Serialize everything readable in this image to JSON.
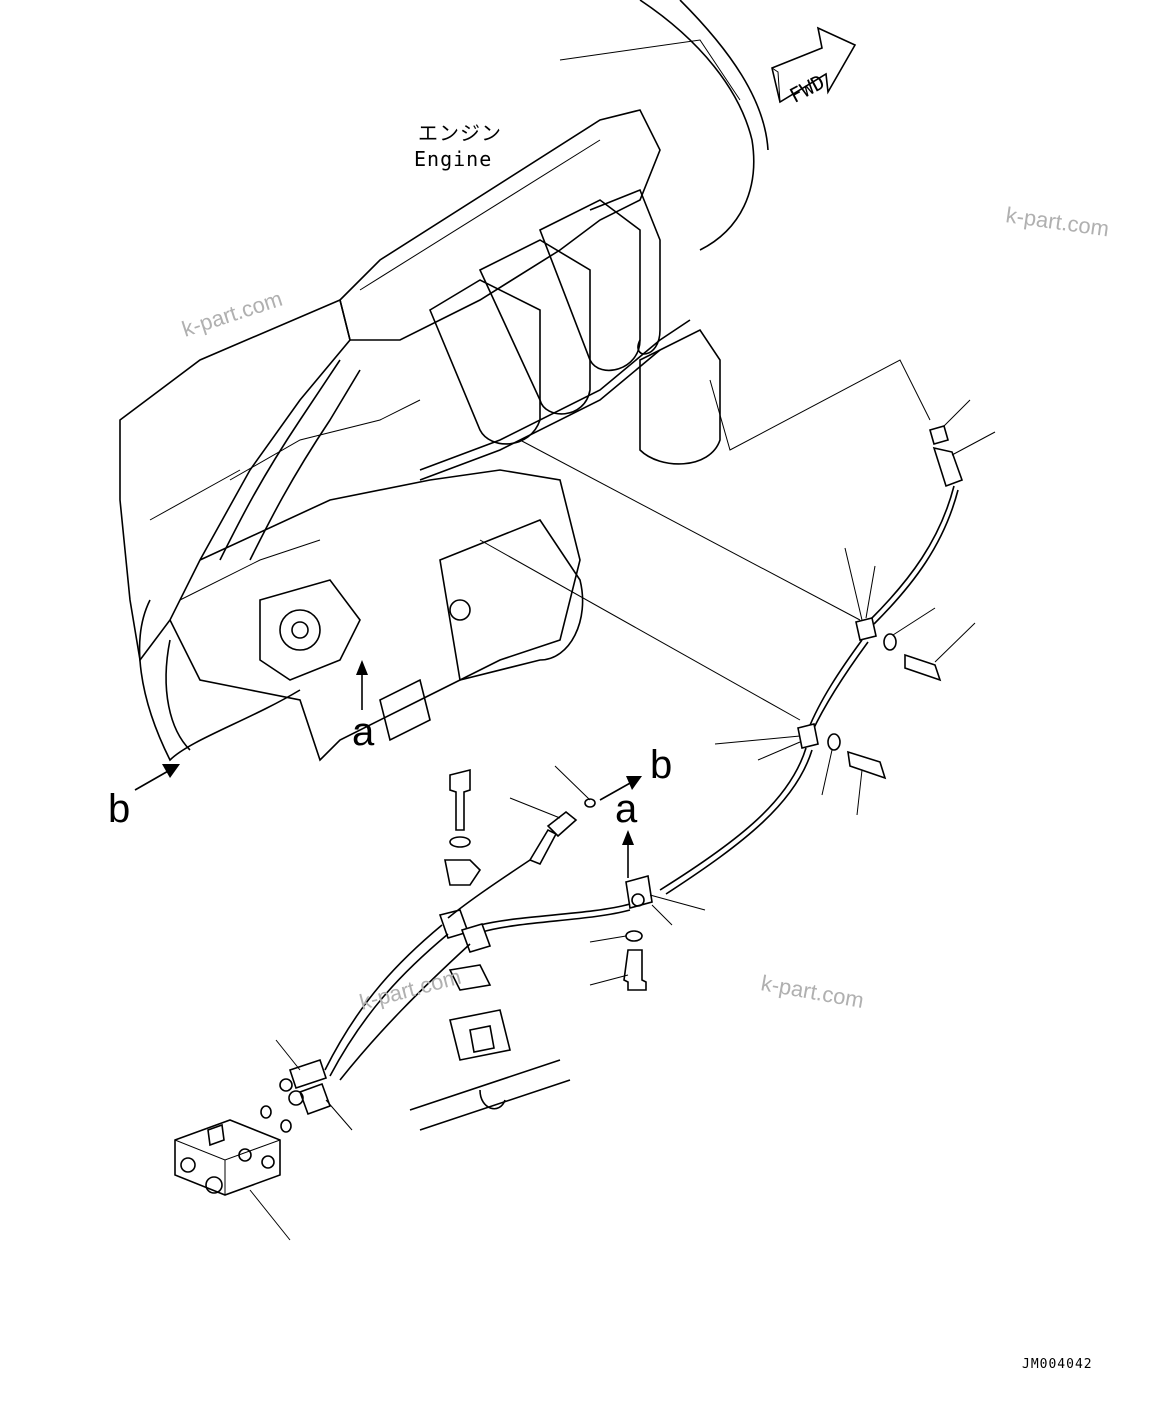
{
  "engine_label_jp": "エンジン",
  "engine_label_en": "Engine",
  "fwd_label": "FWD",
  "ref_a": "a",
  "ref_b": "b",
  "drawing_code": "JM004042",
  "watermark": "k-part.com"
}
